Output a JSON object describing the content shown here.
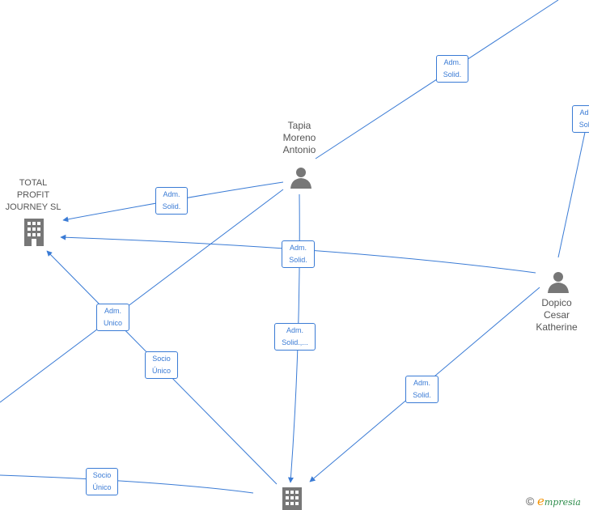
{
  "nodes": {
    "tapia": {
      "label": "Tapia\nMoreno\nAntonio",
      "type": "person"
    },
    "dopico": {
      "label": "Dopico\nCesar\nKatherine",
      "type": "person"
    },
    "total_profit": {
      "label": "TOTAL\nPROFIT\nJOURNEY  SL",
      "type": "company"
    },
    "bottom_company": {
      "label": "",
      "type": "company"
    }
  },
  "edges": [
    {
      "label": "Adm.\nSolid."
    },
    {
      "label": "Adm.\nSolid."
    },
    {
      "label": "Adm.\nSolid."
    },
    {
      "label": "Adm.\nSolid.,..."
    },
    {
      "label": "Adm.\nUnico"
    },
    {
      "label": "Socio\nÚnico"
    },
    {
      "label": "Adm.\nSolid."
    },
    {
      "label": "Socio\nÚnico"
    },
    {
      "label": "Adm.\nSolid."
    }
  ],
  "colors": {
    "edge": "#3a7bd5",
    "icon": "#777777"
  },
  "brand": {
    "copyright": "©",
    "e": "e",
    "rest": "mpresia"
  }
}
